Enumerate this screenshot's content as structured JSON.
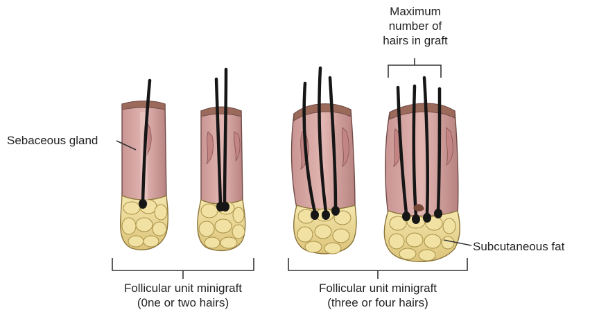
{
  "labels": {
    "max_hairs": [
      "Maximum",
      "number of",
      "hairs in graft"
    ],
    "sebaceous_gland": "Sebaceous gland",
    "subcutaneous_fat": "Subcutaneous fat",
    "group_left": [
      "Follicular unit minigraft",
      "(0ne or two hairs)"
    ],
    "group_right": [
      "Follicular unit minigraft",
      "(three or four hairs)"
    ]
  },
  "grafts": [
    {
      "hairs": 1
    },
    {
      "hairs": 2
    },
    {
      "hairs": 3
    },
    {
      "hairs": 4
    }
  ],
  "colors": {
    "skin": "#d9a9a6",
    "skin_dark": "#b98483",
    "epidermis": "#9b6a5a",
    "fat": "#efdf9b",
    "fat_edge": "#b39a4d",
    "hair": "#161616",
    "line": "#333333"
  }
}
